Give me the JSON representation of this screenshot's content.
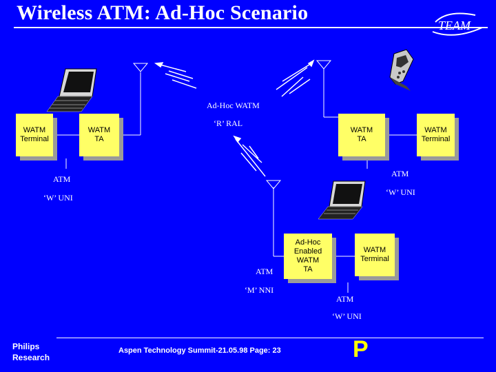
{
  "title": "Wireless ATM: Ad-Hoc Scenario",
  "logo_text": "TEAM",
  "boxes": {
    "watm_terminal_left": "WATM\nTerminal",
    "watm_ta_left": "WATM\nTA",
    "watm_ta_right": "WATM\nTA",
    "watm_terminal_right": "WATM\nTerminal",
    "adhoc_ta": "Ad-Hoc\nEnabled\nWATM\nTA",
    "watm_terminal_bottom": "WATM\nTerminal"
  },
  "labels": {
    "adhoc_watm": "Ad-Hoc WATM",
    "r_ral": "‘R’ RAL",
    "atm_left": "ATM",
    "w_uni_left": "‘W’ UNI",
    "atm_right": "ATM",
    "w_uni_right": "‘W’ UNI",
    "atm_center": "ATM",
    "m_nni": "‘M’ NNI",
    "atm_bottom": "ATM",
    "w_uni_bottom": "‘W’ UNI"
  },
  "footer": {
    "org": "Philips\nResearch",
    "event": "Aspen Technology Summit-21.05.98 Page: 23",
    "logo_letter": "P"
  },
  "colors": {
    "background": "#0000ff",
    "box_fill": "#ffff66",
    "box_shadow": "#9a9a9a",
    "text": "#ffffff",
    "accent": "#ffff00"
  }
}
